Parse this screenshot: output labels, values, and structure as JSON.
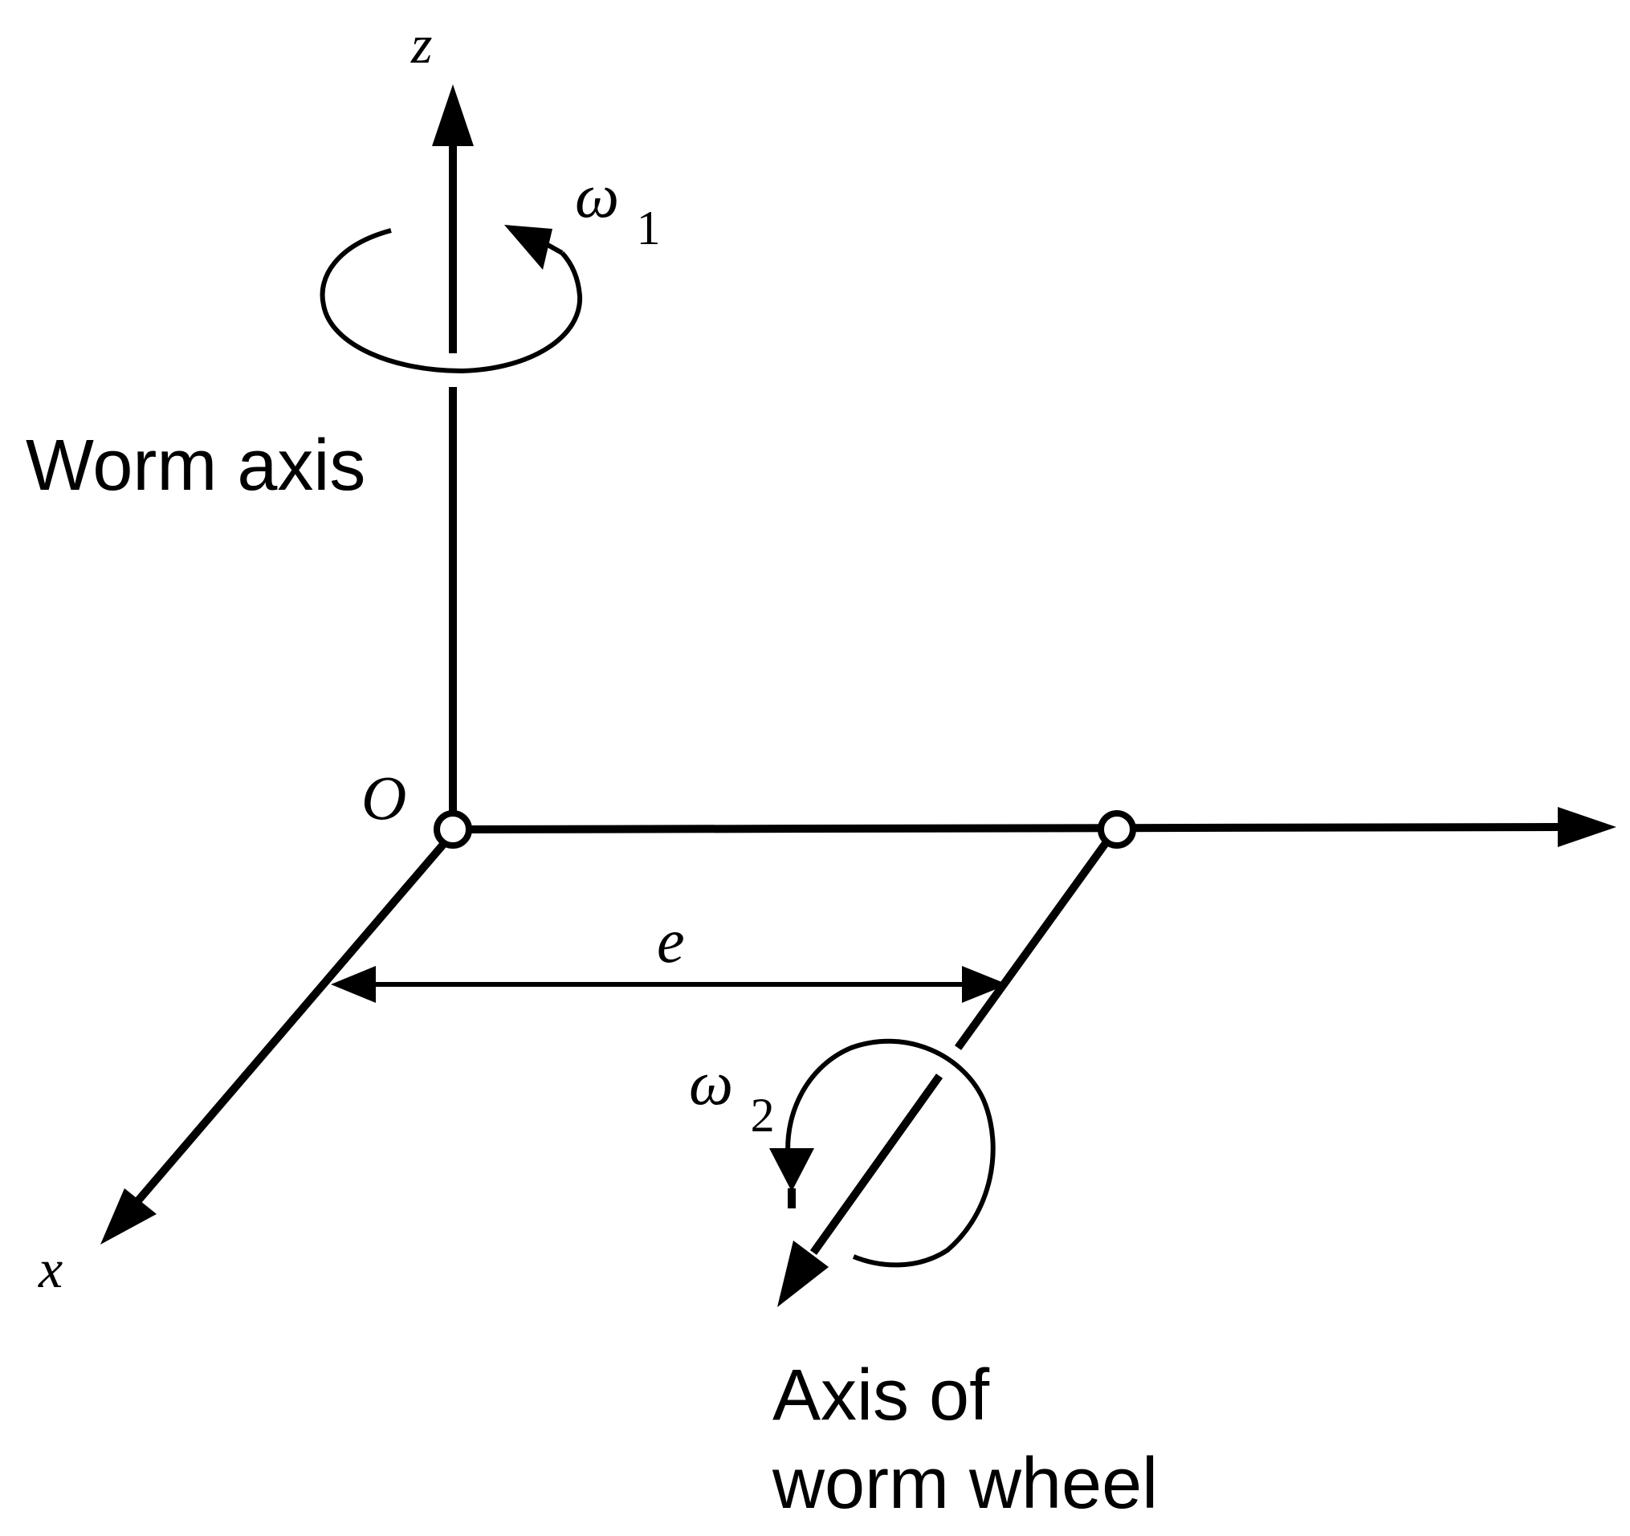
{
  "labels": {
    "z_axis": "z",
    "x_axis": "x",
    "origin": "O",
    "omega1_symbol": "ω",
    "omega1_subscript": "1",
    "omega2_symbol": "ω",
    "omega2_subscript": "2",
    "offset": "e",
    "worm_axis": "Worm axis",
    "wheel_axis_line1": "Axis of",
    "wheel_axis_line2": "worm wheel"
  },
  "colors": {
    "stroke": "#000000",
    "background": "#ffffff"
  }
}
